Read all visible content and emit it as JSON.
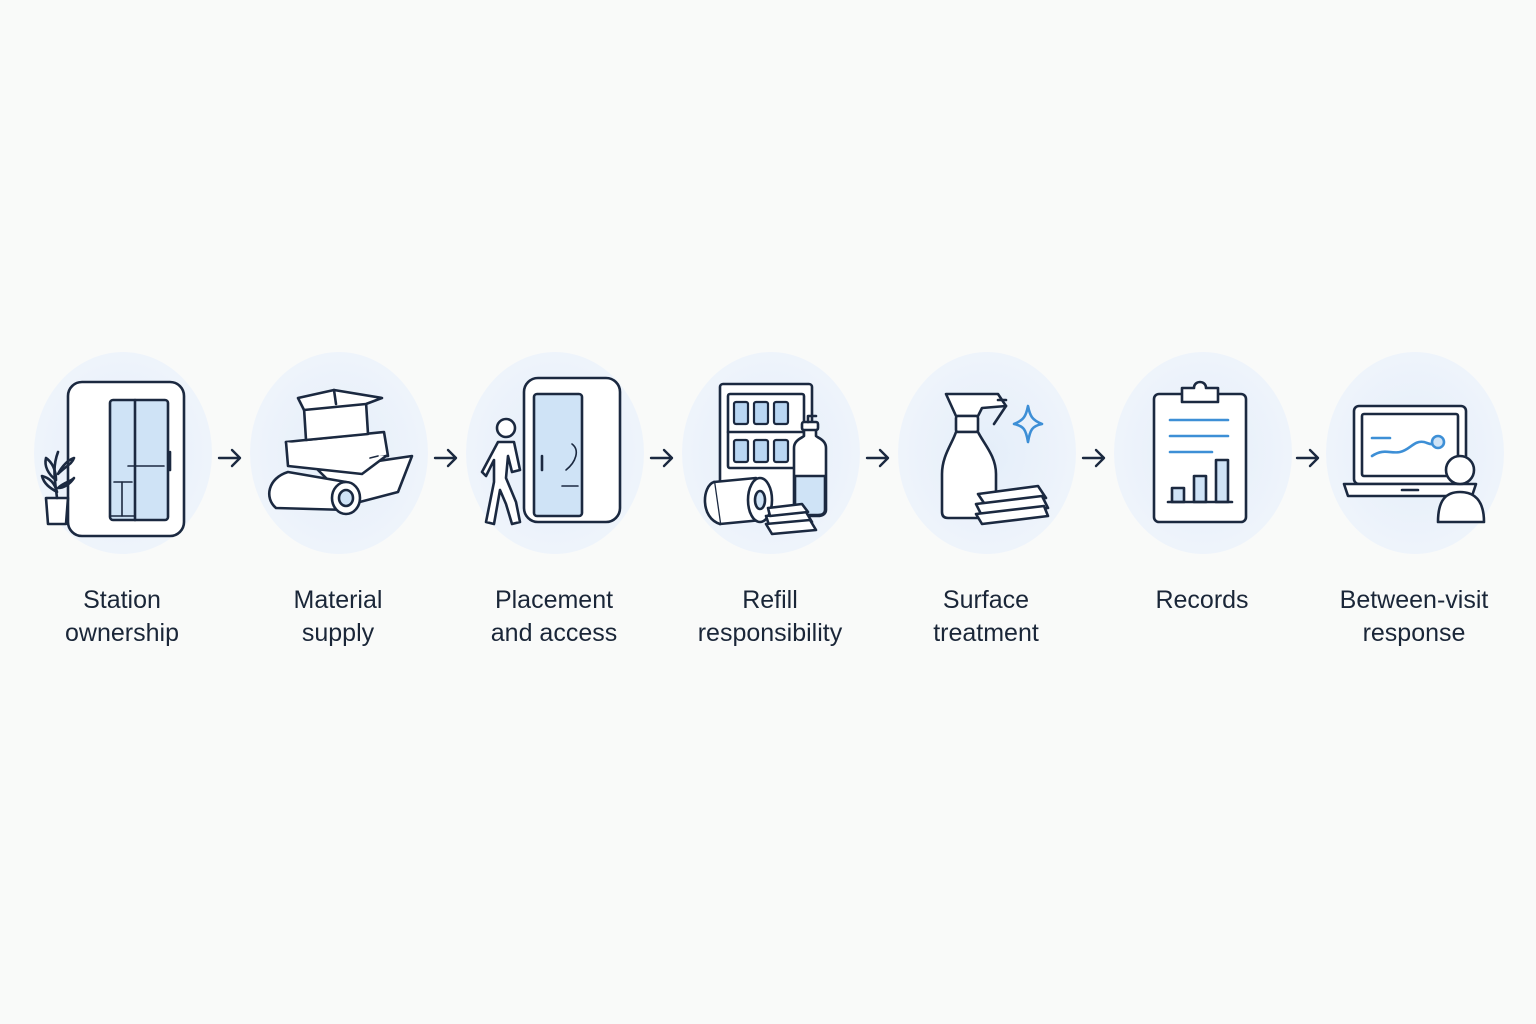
{
  "steps": [
    {
      "line1": "Station",
      "line2": "ownership",
      "icon": "booth-icon"
    },
    {
      "line1": "Material",
      "line2": "supply",
      "icon": "supplies-icon"
    },
    {
      "line1": "Placement",
      "line2": "and access",
      "icon": "person-entering-booth-icon"
    },
    {
      "line1": "Refill",
      "line2": "responsibility",
      "icon": "refill-cabinet-icon"
    },
    {
      "line1": "Surface",
      "line2": "treatment",
      "icon": "spray-bottle-icon"
    },
    {
      "line1": "Records",
      "line2": "",
      "icon": "clipboard-chart-icon"
    },
    {
      "line1": "Between-visit",
      "line2": "response",
      "icon": "laptop-user-icon"
    }
  ],
  "colors": {
    "accent": "#3d8fd6",
    "stroke": "#1b2940",
    "circle": "#e4eef9",
    "background": "#f9faf9"
  }
}
